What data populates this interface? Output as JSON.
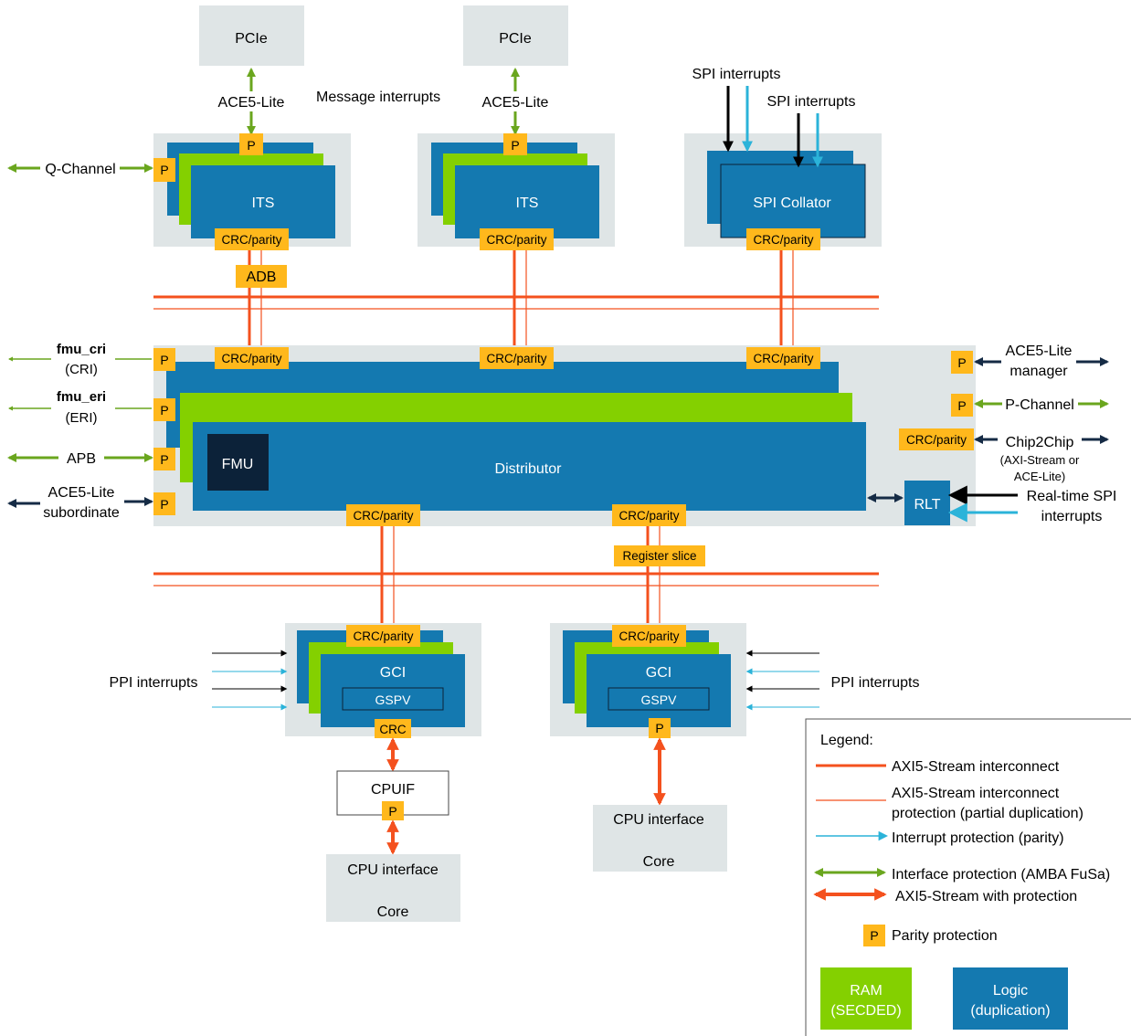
{
  "colors": {
    "logic": "#1479b0",
    "ram": "#84d000",
    "parity": "#ffb81c",
    "container": "#dfe5e6",
    "orange": "#f4511e",
    "fusa": "#6aa61e",
    "interrupt": "#2bb3d9",
    "navy": "#152b45",
    "black": "#000000",
    "fmu": "#0c2239"
  },
  "labels": {
    "pcie": "PCIe",
    "ace5_lite": "ACE5-Lite",
    "message_interrupts": "Message interrupts",
    "spi_interrupts": "SPI interrupts",
    "q_channel": "Q-Channel",
    "p": "P",
    "its": "ITS",
    "spi_collator": "SPI Collator",
    "crc_parity": "CRC/parity",
    "adb": "ADB",
    "fmu_cri": "fmu_cri",
    "cri": "(CRI)",
    "fmu_eri": "fmu_eri",
    "eri": "(ERI)",
    "apb": "APB",
    "ace5_lite_sub_1": "ACE5-Lite",
    "ace5_lite_sub_2": "subordinate",
    "fmu": "FMU",
    "distributor": "Distributor",
    "ace5_lite_mgr_1": "ACE5-Lite",
    "ace5_lite_mgr_2": "manager",
    "p_channel": "P-Channel",
    "chip2chip": "Chip2Chip",
    "chip2chip_sub_1": "(AXI-Stream or",
    "chip2chip_sub_2": "ACE-Lite)",
    "rlt": "RLT",
    "rt_spi_1": "Real-time SPI",
    "rt_spi_2": "interrupts",
    "register_slice": "Register slice",
    "ppi_interrupts": "PPI interrupts",
    "gci": "GCI",
    "gspv": "GSPV",
    "crc": "CRC",
    "cpuif": "CPUIF",
    "cpu_interface": "CPU interface",
    "core": "Core"
  },
  "legend": {
    "title": "Legend:",
    "axi_stream": "AXI5-Stream interconnect",
    "axi_prot_1": "AXI5-Stream interconnect",
    "axi_prot_2": "protection (partial duplication)",
    "int_prot": "Interrupt protection (parity)",
    "fusa": "Interface protection (AMBA FuSa)",
    "axi_with_prot": "AXI5-Stream with protection",
    "parity": "Parity protection",
    "ram_1": "RAM",
    "ram_2": "(SECDED)",
    "logic_1": "Logic",
    "logic_2": "(duplication)"
  }
}
